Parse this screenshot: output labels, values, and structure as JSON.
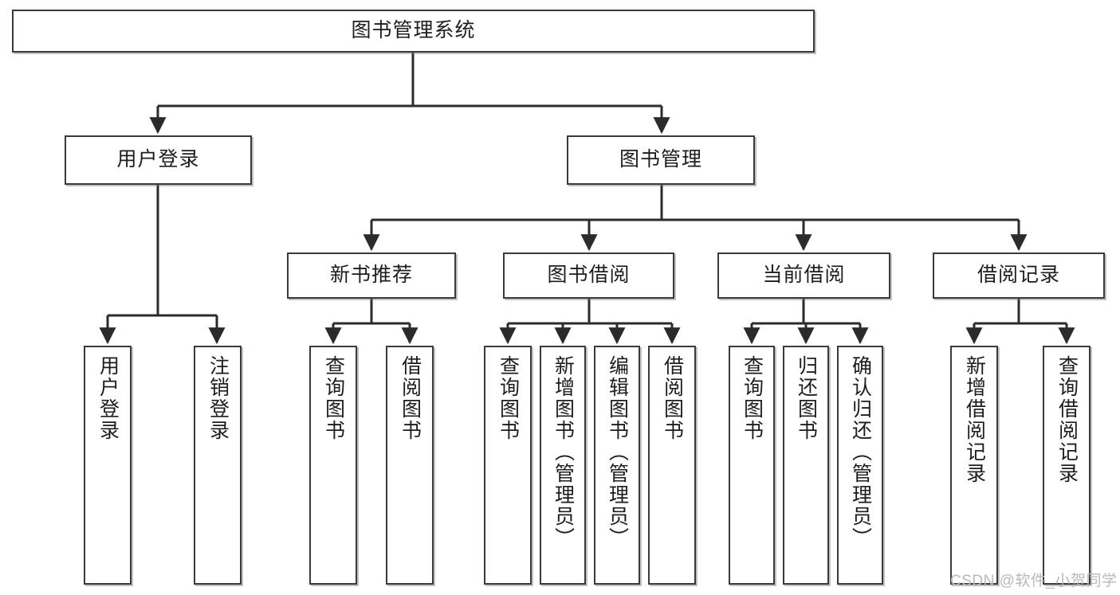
{
  "diagram": {
    "title": "图书管理系统",
    "watermark": "CSDN @软件_小贺同学",
    "colors": {
      "node_border": "#3a3a3a",
      "node_fill": "#ffffff",
      "edge": "#2b2b2b",
      "text": "#1d1d1d",
      "watermark": "#b9b9b9",
      "background": "#ffffff"
    },
    "levels": {
      "root": "图书管理系统",
      "level2": [
        "用户登录",
        "图书管理"
      ],
      "level3": [
        "新书推荐",
        "图书借阅",
        "当前借阅",
        "借阅记录"
      ]
    },
    "nodes": {
      "root": {
        "label": "图书管理系统"
      },
      "user_login": {
        "label": "用户登录"
      },
      "book_manage": {
        "label": "图书管理"
      },
      "new_book_rec": {
        "label": "新书推荐"
      },
      "book_borrow": {
        "label": "图书借阅"
      },
      "current_borrow": {
        "label": "当前借阅"
      },
      "borrow_record": {
        "label": "借阅记录"
      },
      "leaf_user_login": {
        "label": "用户登录"
      },
      "leaf_logout": {
        "label": "注销登录"
      },
      "leaf_query_book_1": {
        "label": "查询图书"
      },
      "leaf_borrow_book_1": {
        "label": "借阅图书"
      },
      "leaf_query_book_2": {
        "label": "查询图书"
      },
      "leaf_add_book": {
        "label": "新增图书（管理员）"
      },
      "leaf_edit_book": {
        "label": "编辑图书（管理员）"
      },
      "leaf_borrow_book_2": {
        "label": "借阅图书"
      },
      "leaf_query_book_3": {
        "label": "查询图书"
      },
      "leaf_return_book": {
        "label": "归还图书"
      },
      "leaf_confirm_return": {
        "label": "确认归还（管理员）"
      },
      "leaf_add_record": {
        "label": "新增借阅记录"
      },
      "leaf_query_record": {
        "label": "查询借阅记录"
      }
    },
    "edges": [
      {
        "from": "root",
        "to": "user_login"
      },
      {
        "from": "root",
        "to": "book_manage"
      },
      {
        "from": "user_login",
        "to": "leaf_user_login"
      },
      {
        "from": "user_login",
        "to": "leaf_logout"
      },
      {
        "from": "book_manage",
        "to": "new_book_rec"
      },
      {
        "from": "book_manage",
        "to": "book_borrow"
      },
      {
        "from": "book_manage",
        "to": "current_borrow"
      },
      {
        "from": "book_manage",
        "to": "borrow_record"
      },
      {
        "from": "new_book_rec",
        "to": "leaf_query_book_1"
      },
      {
        "from": "new_book_rec",
        "to": "leaf_borrow_book_1"
      },
      {
        "from": "book_borrow",
        "to": "leaf_query_book_2"
      },
      {
        "from": "book_borrow",
        "to": "leaf_add_book"
      },
      {
        "from": "book_borrow",
        "to": "leaf_edit_book"
      },
      {
        "from": "book_borrow",
        "to": "leaf_borrow_book_2"
      },
      {
        "from": "current_borrow",
        "to": "leaf_query_book_3"
      },
      {
        "from": "current_borrow",
        "to": "leaf_return_book"
      },
      {
        "from": "current_borrow",
        "to": "leaf_confirm_return"
      },
      {
        "from": "borrow_record",
        "to": "leaf_add_record"
      },
      {
        "from": "borrow_record",
        "to": "leaf_query_record"
      }
    ]
  }
}
